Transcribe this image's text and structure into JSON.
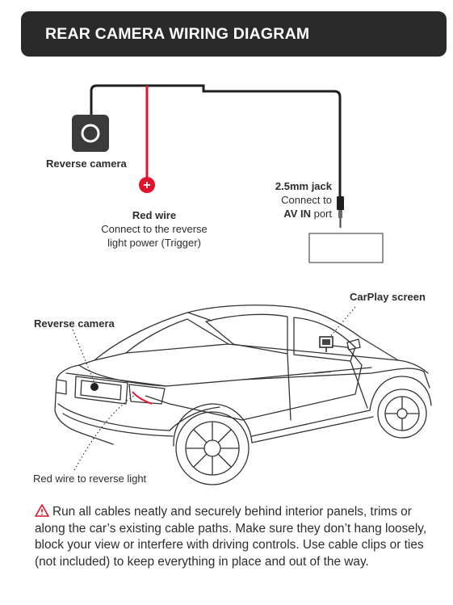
{
  "header": {
    "title": "REAR CAMERA WIRING DIAGRAM"
  },
  "wiring": {
    "camera_label": "Reverse camera",
    "red_wire_title": "Red wire",
    "red_wire_desc_1": "Connect to the reverse",
    "red_wire_desc_2": "light power (Trigger)",
    "jack_title": "2.5mm jack",
    "jack_desc_1": "Connect to",
    "jack_desc_port_bold": "AV IN",
    "jack_desc_port_rest": " port"
  },
  "car": {
    "camera_label": "Reverse camera",
    "screen_label": "CarPlay screen",
    "red_wire_label": "Red wire to reverse light"
  },
  "note": {
    "text": "Run all cables neatly and securely behind interior panels, trims or along the car’s existing cable paths. Make sure they don’t hang loosely, block your view or interfere with driving controls. Use cable clips or ties (not included) to keep everything in place and out of the way."
  },
  "colors": {
    "banner": "#2b2a2a",
    "wire_red": "#e3132d",
    "warning": "#e3132d"
  }
}
